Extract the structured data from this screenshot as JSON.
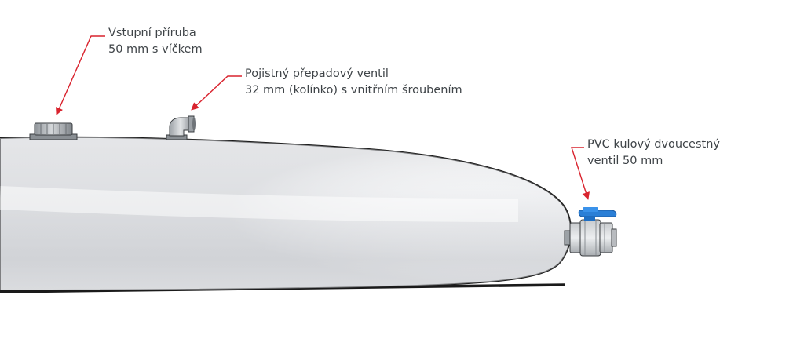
{
  "labels": {
    "inlet_flange": {
      "line1": "Vstupní příruba",
      "line2": "50 mm s víčkem"
    },
    "overflow_valve": {
      "line1": "Pojistný přepadový ventil",
      "line2": "32 mm (kolínko) s vnitřním šroubením"
    },
    "ball_valve": {
      "line1": "PVC kulový dvoucestný",
      "line2": "ventil 50 mm"
    }
  },
  "colors": {
    "leader_line": "#d9232e",
    "valve_handle": "#2b7fd6",
    "outline": "#1a1a1a",
    "text": "#3f4448"
  }
}
